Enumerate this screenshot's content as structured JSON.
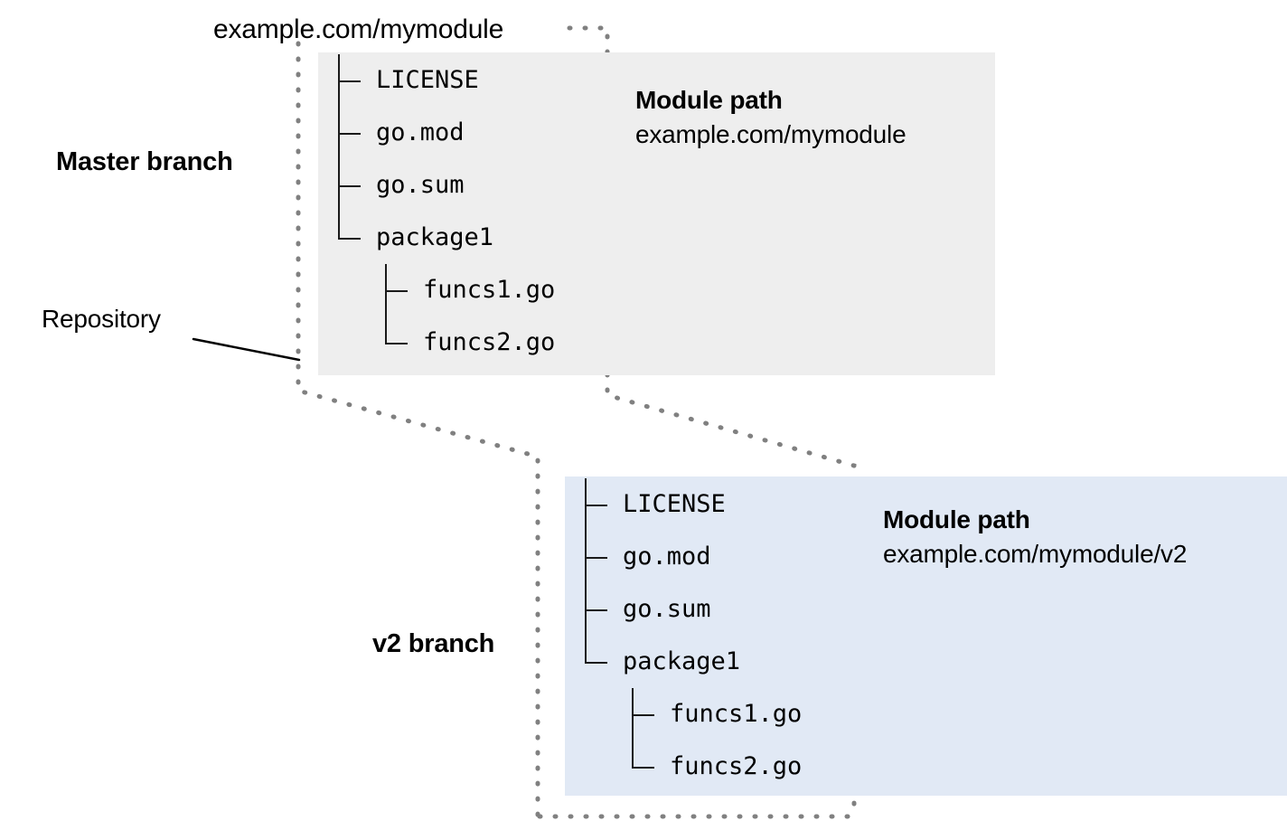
{
  "diagram": {
    "repository_url": "example.com/mymodule",
    "labels": {
      "master_branch": "Master branch",
      "v2_branch": "v2 branch",
      "repository": "Repository"
    },
    "colors": {
      "master_panel": "#eeeeee",
      "v2_panel": "#e1e9f5",
      "dotted_line": "#808080",
      "tree_line": "#1a1a1a",
      "text": "#000000"
    },
    "branches": [
      {
        "id": "master",
        "branch_label": "Master branch",
        "module_path_title": "Module path",
        "module_path_value": "example.com/mymodule",
        "tree": [
          {
            "name": "LICENSE",
            "last": false
          },
          {
            "name": "go.mod",
            "last": false
          },
          {
            "name": "go.sum",
            "last": false
          },
          {
            "name": "package1",
            "last": true,
            "children": [
              {
                "name": "funcs1.go",
                "last": false
              },
              {
                "name": "funcs2.go",
                "last": true
              }
            ]
          }
        ]
      },
      {
        "id": "v2",
        "branch_label": "v2 branch",
        "module_path_title": "Module path",
        "module_path_value": "example.com/mymodule/v2",
        "tree": [
          {
            "name": "LICENSE",
            "last": false
          },
          {
            "name": "go.mod",
            "last": false
          },
          {
            "name": "go.sum",
            "last": false
          },
          {
            "name": "package1",
            "last": true,
            "children": [
              {
                "name": "funcs1.go",
                "last": false
              },
              {
                "name": "funcs2.go",
                "last": true
              }
            ]
          }
        ]
      }
    ]
  }
}
